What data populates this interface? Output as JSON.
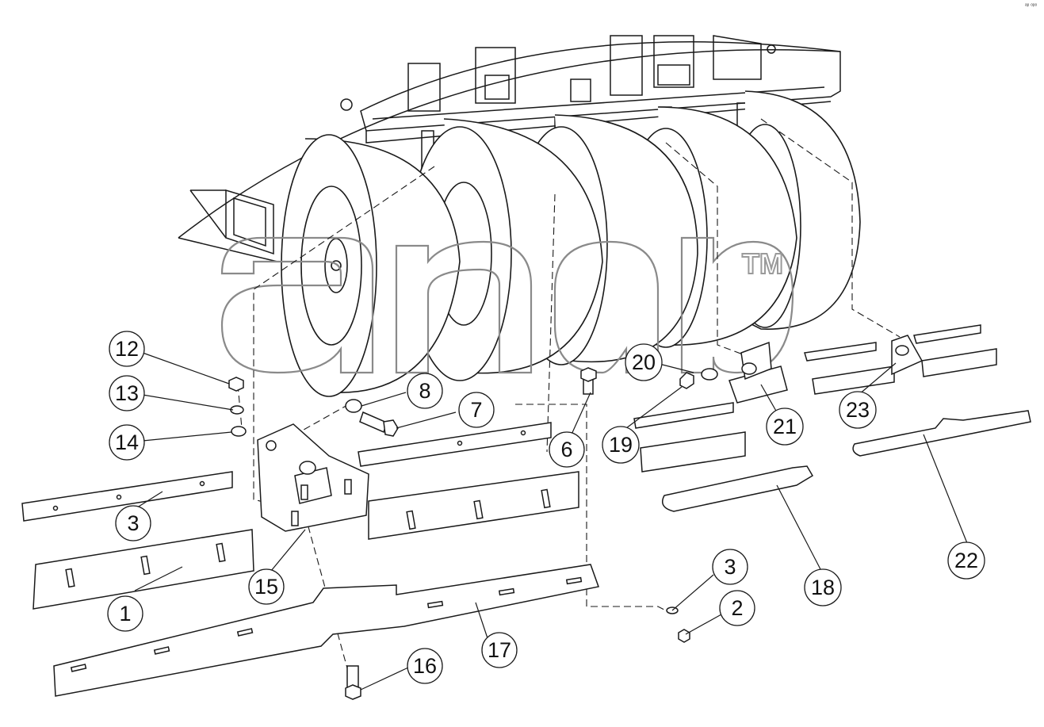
{
  "diagram": {
    "watermark_tm": "TM",
    "corner_mark": "ᵃᵖ ᵒᵖᵒ",
    "callouts": [
      {
        "id": "c12",
        "label": "12"
      },
      {
        "id": "c13",
        "label": "13"
      },
      {
        "id": "c14",
        "label": "14"
      },
      {
        "id": "c8",
        "label": "8"
      },
      {
        "id": "c7",
        "label": "7"
      },
      {
        "id": "c6",
        "label": "6"
      },
      {
        "id": "c20",
        "label": "20"
      },
      {
        "id": "c19",
        "label": "19"
      },
      {
        "id": "c21",
        "label": "21"
      },
      {
        "id": "c23",
        "label": "23"
      },
      {
        "id": "c22",
        "label": "22"
      },
      {
        "id": "c18",
        "label": "18"
      },
      {
        "id": "c3a",
        "label": "3"
      },
      {
        "id": "c1",
        "label": "1"
      },
      {
        "id": "c15",
        "label": "15"
      },
      {
        "id": "c17",
        "label": "17"
      },
      {
        "id": "c16",
        "label": "16"
      },
      {
        "id": "c3b",
        "label": "3"
      },
      {
        "id": "c2",
        "label": "2"
      }
    ]
  }
}
